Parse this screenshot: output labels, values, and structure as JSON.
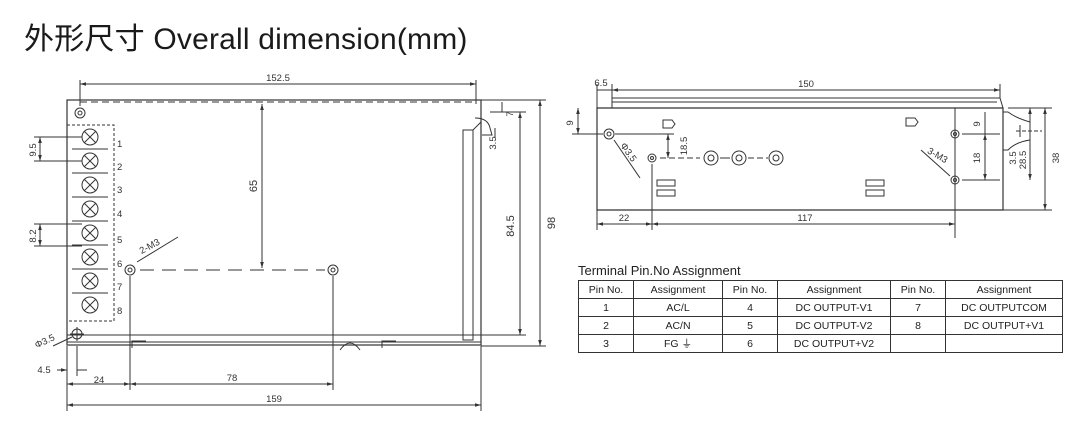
{
  "title": "外形尺寸 Overall dimension(mm)",
  "front_view": {
    "dims": {
      "width_top": "152.5",
      "width_total": "159",
      "height_total": "98",
      "height_inner": "84.5",
      "hole_span_v": "65",
      "hole_offset_x": "24",
      "hole_span_x": "78",
      "corner_offset": "4.5",
      "terminal_pitch": "9.5",
      "terminal_pitch_2": "8.2",
      "slot_7": "7",
      "slot_35": "3.5",
      "hole_dia": "Φ3.5",
      "screw_label": "2-M3"
    },
    "terminal_numbers": [
      "1",
      "2",
      "3",
      "4",
      "5",
      "6",
      "7",
      "8"
    ]
  },
  "side_view": {
    "dims": {
      "length": "150",
      "edge_offset": "6.5",
      "hole_top": "9",
      "hole_depth": "18.5",
      "hole_dia": "Φ3.5",
      "left_offset": "22",
      "hole_span": "117",
      "right_9": "9",
      "right_18": "18",
      "right_35": "3.5",
      "right_285": "28.5",
      "height": "38",
      "screw_label": "3-M3"
    }
  },
  "pin_table": {
    "title": "Terminal Pin.No Assignment",
    "headers": [
      "Pin No.",
      "Assignment",
      "Pin No.",
      "Assignment",
      "Pin No.",
      "Assignment"
    ],
    "rows": [
      [
        "1",
        "AC/L",
        "4",
        "DC OUTPUT-V1",
        "7",
        "DC OUTPUTCOM"
      ],
      [
        "2",
        "AC/N",
        "5",
        "DC OUTPUT-V2",
        "8",
        "DC OUTPUT+V1"
      ],
      [
        "3",
        "FG ⏚",
        "6",
        "DC OUTPUT+V2",
        "",
        ""
      ]
    ]
  }
}
